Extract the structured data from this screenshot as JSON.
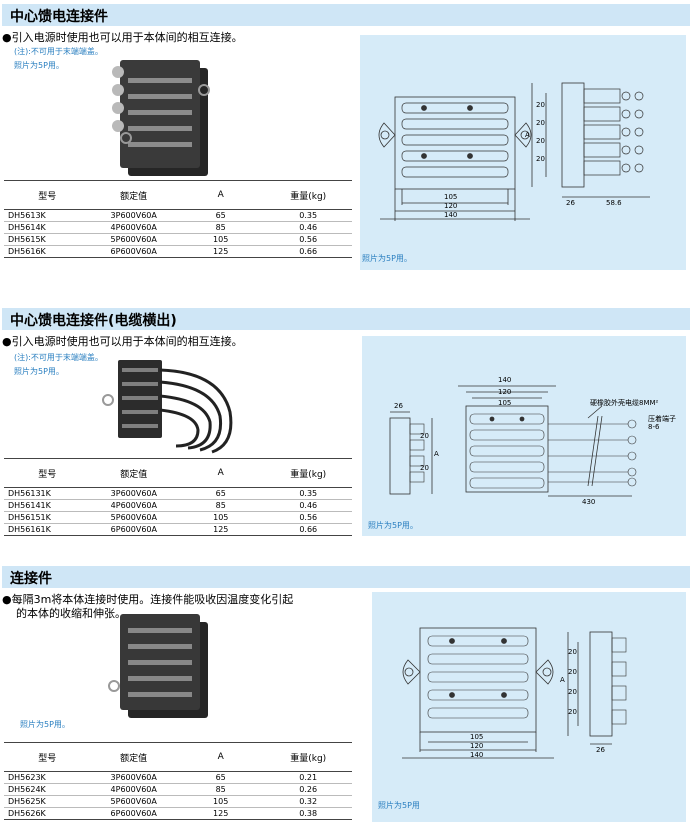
{
  "s1": {
    "title": "中心馈电连接件",
    "bullet": "●引入电源时使用也可以用于本体间的相互连接。",
    "note1": "(注):不可用于末端端盖。",
    "note2": "照片为5P用。",
    "caption": "照片为5P用。",
    "headers": [
      "型号",
      "额定值",
      "A",
      "重量(kg)"
    ],
    "rows": [
      [
        "DH5613K",
        "3P600V60A",
        "65",
        "0.35"
      ],
      [
        "DH5614K",
        "4P600V60A",
        "85",
        "0.46"
      ],
      [
        "DH5615K",
        "5P600V60A",
        "105",
        "0.56"
      ],
      [
        "DH5616K",
        "6P600V60A",
        "125",
        "0.66"
      ]
    ],
    "dims": {
      "w105": "105",
      "w120": "120",
      "w140": "140",
      "d26": "26",
      "d586": "58.6",
      "p20": "20",
      "a": "A"
    }
  },
  "s2": {
    "title": "中心馈电连接件(电缆横出)",
    "bullet": "●引入电源时使用也可以用于本体间的相互连接。",
    "note1": "(注):不可用于末端端盖。",
    "note2": "照片为5P用。",
    "caption": "照片为5P用。",
    "headers": [
      "型号",
      "额定值",
      "A",
      "重量(kg)"
    ],
    "rows": [
      [
        "DH56131K",
        "3P600V60A",
        "65",
        "0.35"
      ],
      [
        "DH56141K",
        "4P600V60A",
        "85",
        "0.46"
      ],
      [
        "DH56151K",
        "5P600V60A",
        "105",
        "0.56"
      ],
      [
        "DH56161K",
        "6P600V60A",
        "125",
        "0.66"
      ]
    ],
    "dims": {
      "w140": "140",
      "w120": "120",
      "w105": "105",
      "d26": "26",
      "d430": "430",
      "p20": "20",
      "a": "A",
      "cable": "硬橡胶外壳电缆8MM²",
      "lug1": "压着端子",
      "lug2": "8-6"
    }
  },
  "s3": {
    "title": "连接件",
    "bullet1": "●每隔3m将本体连接时使用。连接件能吸收因温度变化引起",
    "bullet2": "的本体的收缩和伸张。",
    "note2": "照片为5P用。",
    "caption": "照片为5P用",
    "headers": [
      "型号",
      "额定值",
      "A",
      "重量(kg)"
    ],
    "rows": [
      [
        "DH5623K",
        "3P600V60A",
        "65",
        "0.21"
      ],
      [
        "DH5624K",
        "4P600V60A",
        "85",
        "0.26"
      ],
      [
        "DH5625K",
        "5P600V60A",
        "105",
        "0.32"
      ],
      [
        "DH5626K",
        "6P600V60A",
        "125",
        "0.38"
      ]
    ],
    "dims": {
      "w105": "105",
      "w120": "120",
      "w140": "140",
      "d26": "26",
      "p20": "20",
      "a": "A"
    }
  },
  "colors": {
    "band": "#cfe6f6",
    "diagram_bg": "#d6ebf8",
    "note": "#2a7fc0"
  }
}
